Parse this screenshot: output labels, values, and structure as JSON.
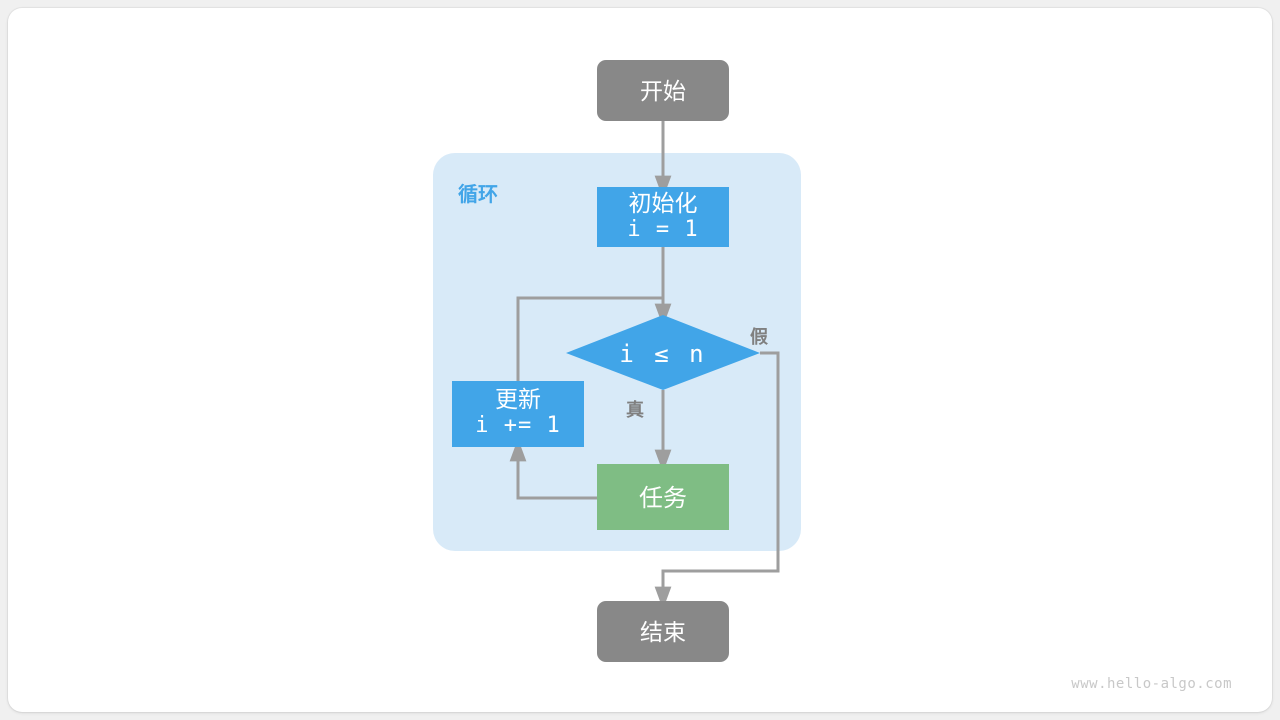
{
  "page": {
    "background_color": "#f0f0f0",
    "card_color": "#ffffff",
    "watermark": "www.hello-algo.com"
  },
  "palette": {
    "gray_node": "#888888",
    "blue_node": "#41A5E8",
    "green_node": "#7FBD84",
    "loop_container": "#D8EAF8",
    "edge": "#9e9e9e",
    "label_text": "#808080",
    "loop_title": "#42A5E8",
    "node_text": "#ffffff"
  },
  "diagram": {
    "type": "flowchart",
    "title": "",
    "loop_container": {
      "label": "循环"
    },
    "nodes": [
      {
        "id": "start",
        "shape": "rounded-rect",
        "label": "开始",
        "sublabel": "",
        "color": "#888888"
      },
      {
        "id": "init",
        "shape": "rect",
        "label": "初始化",
        "sublabel": "i = 1",
        "color": "#41A5E8"
      },
      {
        "id": "cond",
        "shape": "diamond",
        "label": "i ≤ n",
        "sublabel": "",
        "color": "#41A5E8"
      },
      {
        "id": "update",
        "shape": "rect",
        "label": "更新",
        "sublabel": "i += 1",
        "color": "#41A5E8"
      },
      {
        "id": "task",
        "shape": "rect",
        "label": "任务",
        "sublabel": "",
        "color": "#7FBD84"
      },
      {
        "id": "end",
        "shape": "rounded-rect",
        "label": "结束",
        "sublabel": "",
        "color": "#888888"
      }
    ],
    "edges": [
      {
        "from": "start",
        "to": "init",
        "label": ""
      },
      {
        "from": "init",
        "to": "cond",
        "label": ""
      },
      {
        "from": "cond",
        "to": "task",
        "label": "真"
      },
      {
        "from": "cond",
        "to": "end",
        "label": "假"
      },
      {
        "from": "task",
        "to": "update",
        "label": ""
      },
      {
        "from": "update",
        "to": "cond",
        "label": ""
      }
    ],
    "branch_labels": {
      "true": "真",
      "false": "假"
    }
  }
}
